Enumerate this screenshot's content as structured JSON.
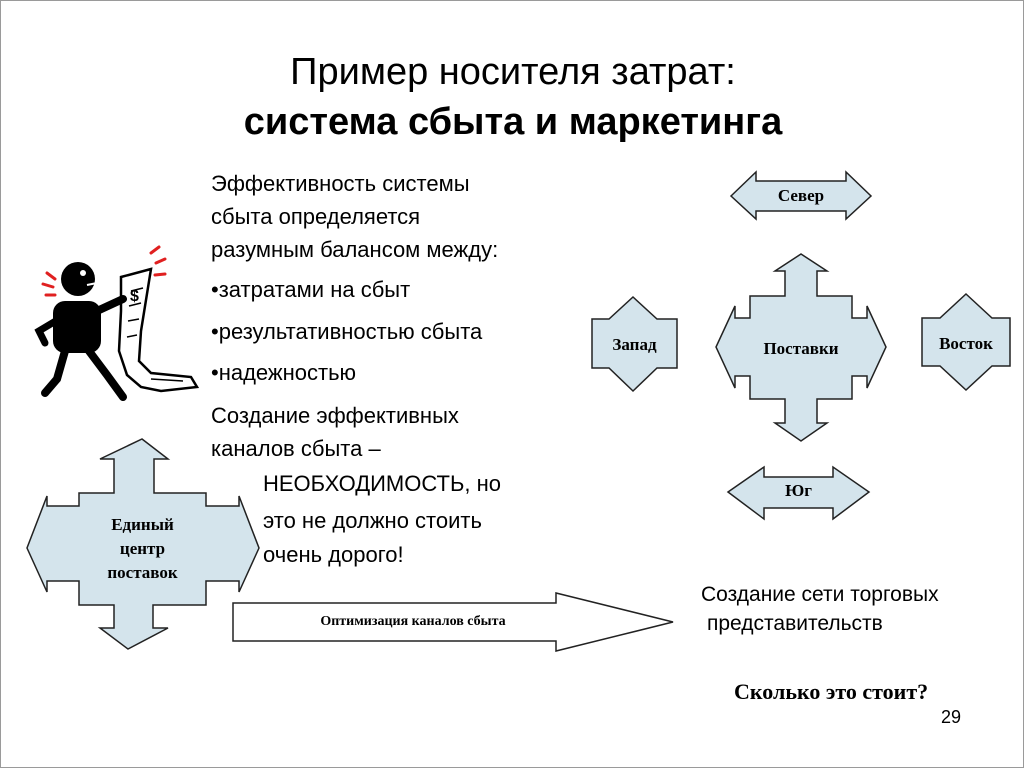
{
  "title": {
    "line1": "Пример носителя затрат:",
    "line2": "система сбыта и маркетинга"
  },
  "body": {
    "intro_1": "Эффективность системы",
    "intro_2": "сбыта определяется",
    "intro_3": "разумным балансом между:",
    "bullet_1": "•затратами на сбыт",
    "bullet_2": "•результативностью сбыта",
    "bullet_3": "•надежностью",
    "creation_1": "Создание эффективных",
    "creation_2": "каналов сбыта –",
    "creation_3": "НЕОБХОДИМОСТЬ, но",
    "creation_4": "это не должно стоить",
    "creation_5": "очень дорого!"
  },
  "left_diagram": {
    "center_line1": "Единый",
    "center_line2": "центр",
    "center_line3": "поставок"
  },
  "channel_arrow": {
    "label": "Оптимизация каналов сбыта"
  },
  "right_diagram": {
    "north": "Север",
    "west": "Запад",
    "center": "Поставки",
    "east": "Восток",
    "south": "Юг"
  },
  "network": {
    "line1": "Создание сети торговых",
    "line2": "представительств",
    "question": "Сколько это стоит?"
  },
  "clipart": {
    "symbol": "$"
  },
  "page_number": "29"
}
